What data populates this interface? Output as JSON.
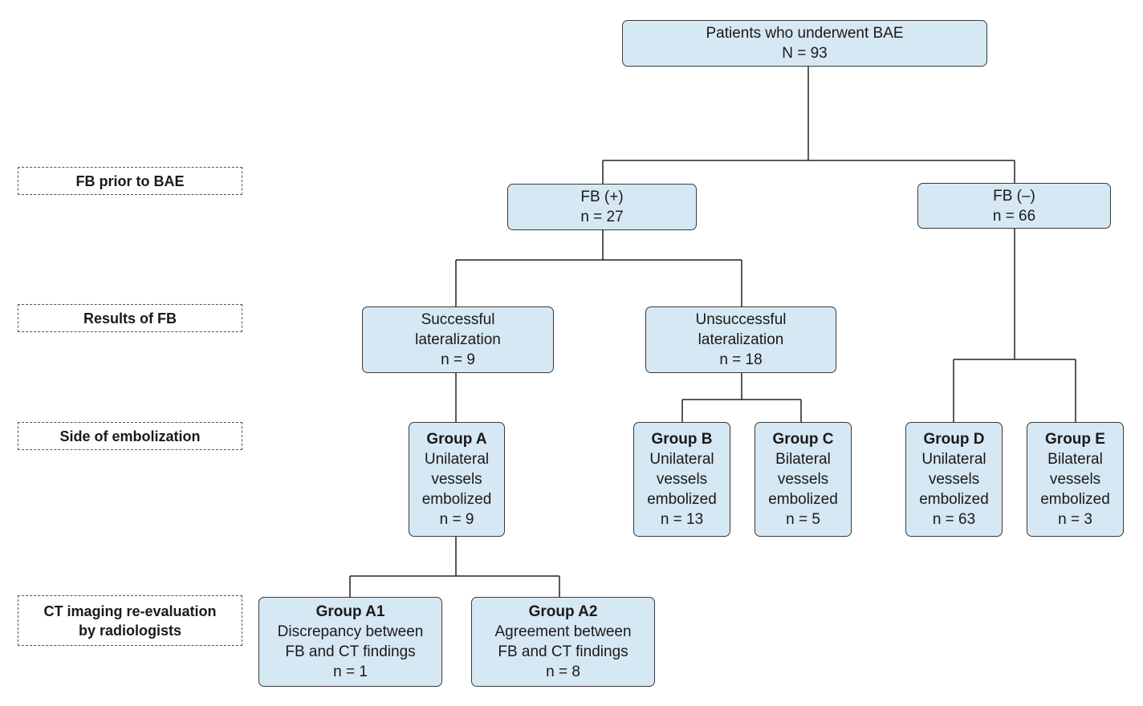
{
  "stages": {
    "fb_prior": "FB prior to BAE",
    "results": "Results of FB",
    "side": "Side of embolization",
    "ct_line1": "CT imaging re-evaluation",
    "ct_line2": "by radiologists"
  },
  "nodes": {
    "root": {
      "line1": "Patients who underwent BAE",
      "line2": "N = 93"
    },
    "fb_pos": {
      "line1": "FB (+)",
      "line2": "n = 27"
    },
    "fb_neg": {
      "line1": "FB (–)",
      "line2": "n = 66"
    },
    "successful": {
      "line1": "Successful",
      "line2": "lateralization",
      "line3": "n = 9"
    },
    "unsuccessful": {
      "line1": "Unsuccessful",
      "line2": "lateralization",
      "line3": "n = 18"
    },
    "group_a": {
      "title": "Group A",
      "line1": "Unilateral",
      "line2": "vessels",
      "line3": "embolized",
      "line4": "n = 9"
    },
    "group_b": {
      "title": "Group B",
      "line1": "Unilateral",
      "line2": "vessels",
      "line3": "embolized",
      "line4": "n = 13"
    },
    "group_c": {
      "title": "Group C",
      "line1": "Bilateral",
      "line2": "vessels",
      "line3": "embolized",
      "line4": "n = 5"
    },
    "group_d": {
      "title": "Group D",
      "line1": "Unilateral",
      "line2": "vessels",
      "line3": "embolized",
      "line4": "n = 63"
    },
    "group_e": {
      "title": "Group E",
      "line1": "Bilateral",
      "line2": "vessels",
      "line3": "embolized",
      "line4": "n = 3"
    },
    "group_a1": {
      "title": "Group A1",
      "line1": "Discrepancy between",
      "line2": "FB and CT findings",
      "line3": "n = 1"
    },
    "group_a2": {
      "title": "Group A2",
      "line1": "Agreement between",
      "line2": "FB and CT findings",
      "line3": "n = 8"
    }
  }
}
